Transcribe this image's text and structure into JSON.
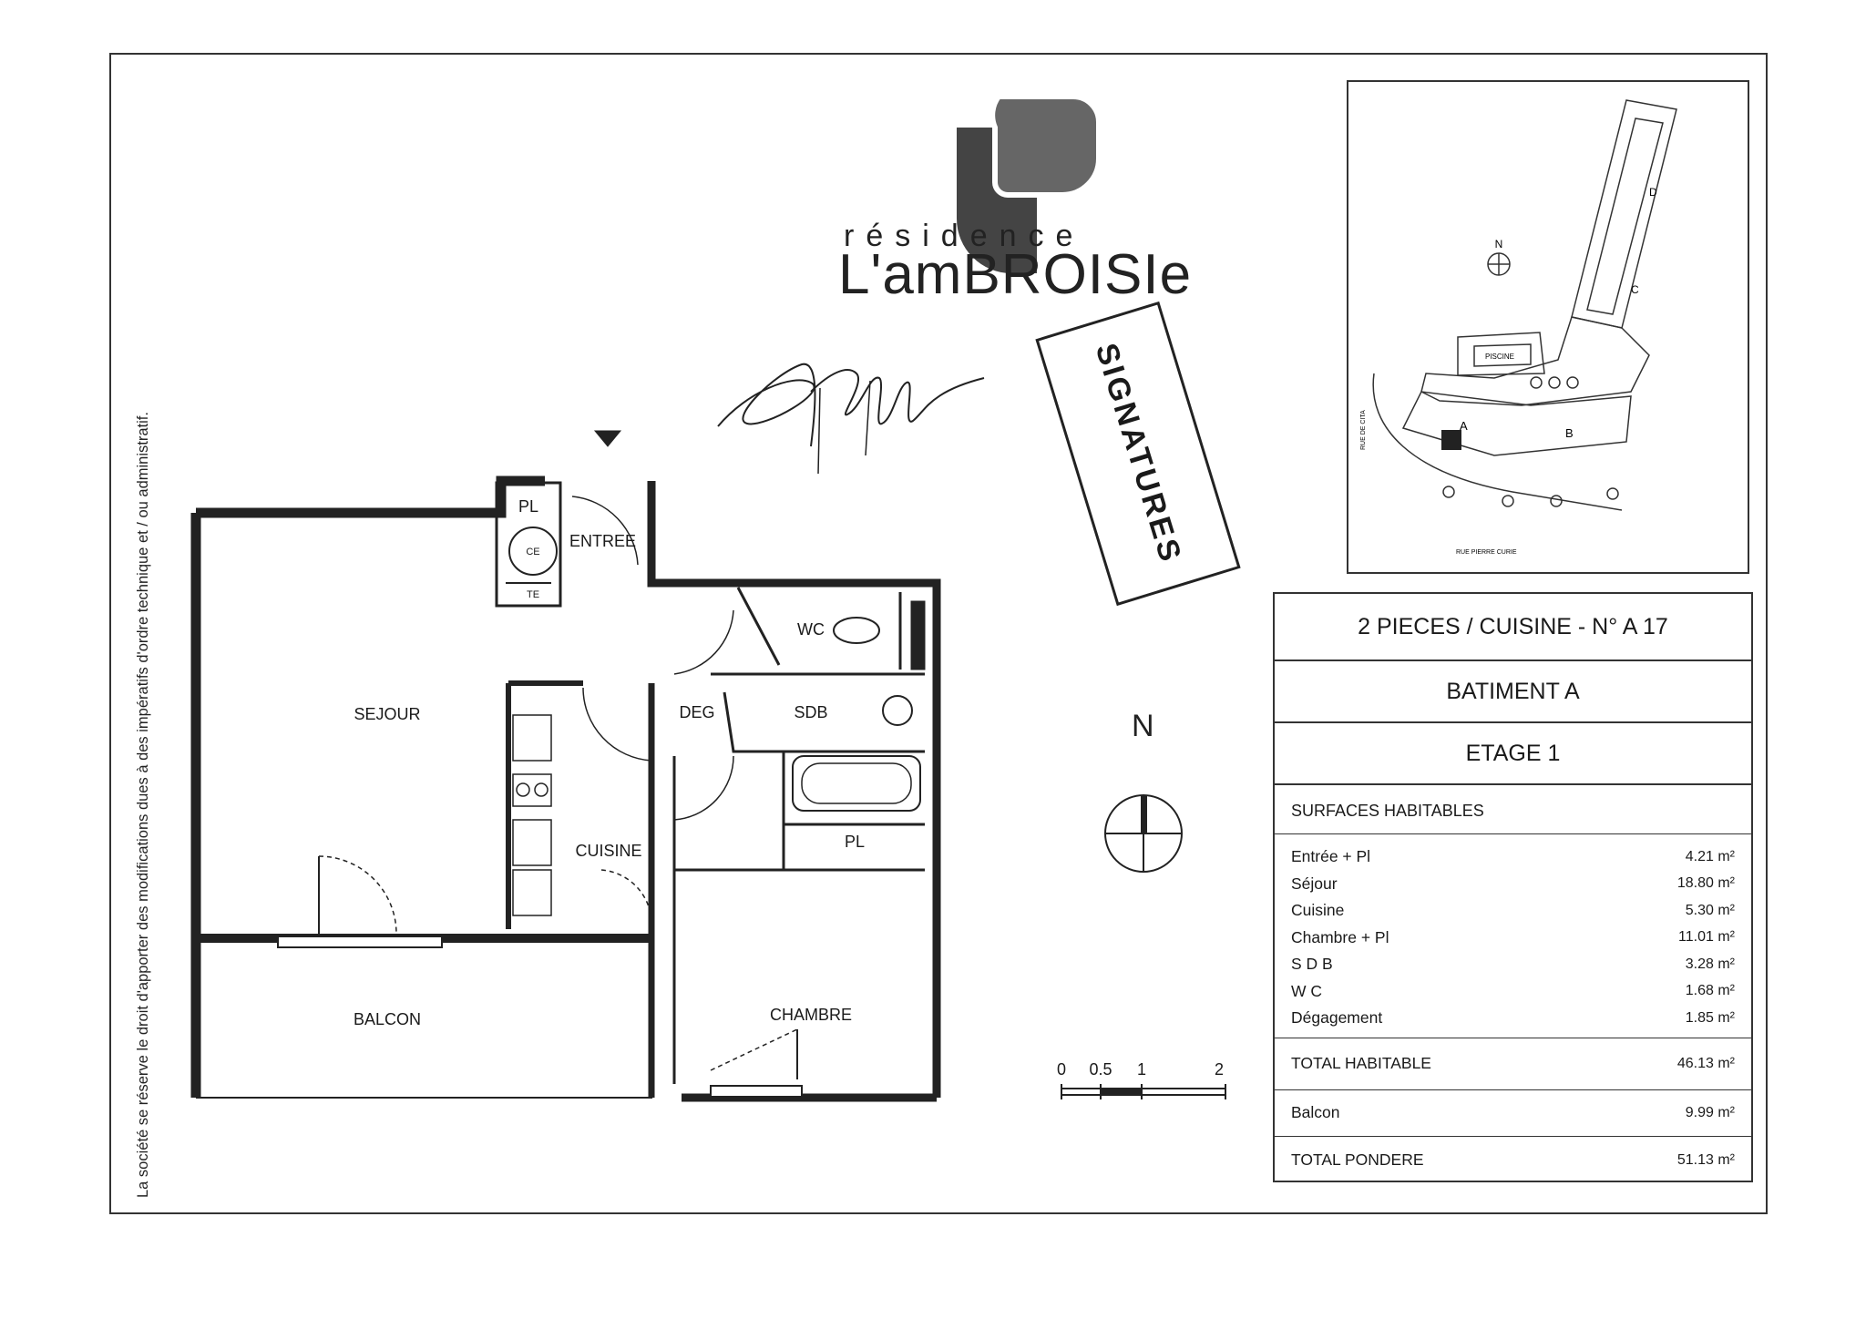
{
  "side_note": "La société se réserve le droit d'apporter des modifications dues à des impératifs d'ordre technique et / ou administratif.",
  "logo": {
    "line1": "résidence",
    "line2": "L'amBROISIe"
  },
  "stamp": "SIGNATURES",
  "rooms": {
    "pl_entry": "PL",
    "ce": "CE",
    "te": "TE",
    "entree": "ENTREE",
    "sejour": "SEJOUR",
    "wc": "WC",
    "deg": "DEG",
    "sdb": "SDB",
    "pl_chambre": "PL",
    "cuisine": "CUISINE",
    "balcon": "BALCON",
    "chambre": "CHAMBRE"
  },
  "compass_label": "N",
  "scale": [
    "0",
    "0.5",
    "1",
    "2"
  ],
  "site_plan": {
    "north": "N",
    "buildings": [
      "A",
      "B",
      "C",
      "D"
    ],
    "piscine": "PISCINE",
    "street_left": "RUE DE CITA",
    "street_bottom": "RUE PIERRE CURIE"
  },
  "table": {
    "title": "2 PIECES / CUISINE - N° A 17",
    "batiment": "BATIMENT A",
    "etage": "ETAGE 1",
    "surfaces_title": "SURFACES HABITABLES",
    "rows": [
      {
        "label": "Entrée + Pl",
        "value": "4.21 m²"
      },
      {
        "label": "Séjour",
        "value": "18.80 m²"
      },
      {
        "label": "Cuisine",
        "value": "5.30 m²"
      },
      {
        "label": "Chambre + Pl",
        "value": "11.01 m²"
      },
      {
        "label": "S D B",
        "value": "3.28 m²"
      },
      {
        "label": "W C",
        "value": "1.68 m²"
      },
      {
        "label": "Dégagement",
        "value": "1.85 m²"
      }
    ],
    "total_habitable": {
      "label": "TOTAL HABITABLE",
      "value": "46.13 m²"
    },
    "balcon": {
      "label": "Balcon",
      "value": "9.99 m²"
    },
    "total_pondere": {
      "label": "TOTAL PONDERE",
      "value": "51.13 m²"
    }
  }
}
